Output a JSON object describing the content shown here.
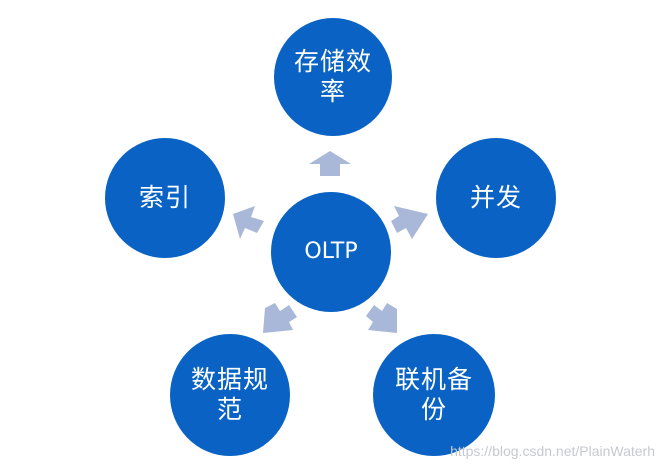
{
  "diagram": {
    "center_label": "OLTP",
    "nodes": [
      {
        "id": "top",
        "label": "存储效率"
      },
      {
        "id": "right",
        "label": "并发"
      },
      {
        "id": "bottom-right",
        "label": "联机备份"
      },
      {
        "id": "bottom-left",
        "label": "数据规范"
      },
      {
        "id": "left",
        "label": "索引"
      }
    ],
    "node_color": "#0a63c4",
    "arrow_color": "#a9b8d8",
    "text_color": "#ffffff"
  },
  "watermark": "https://blog.csdn.net/PlainWaterh"
}
